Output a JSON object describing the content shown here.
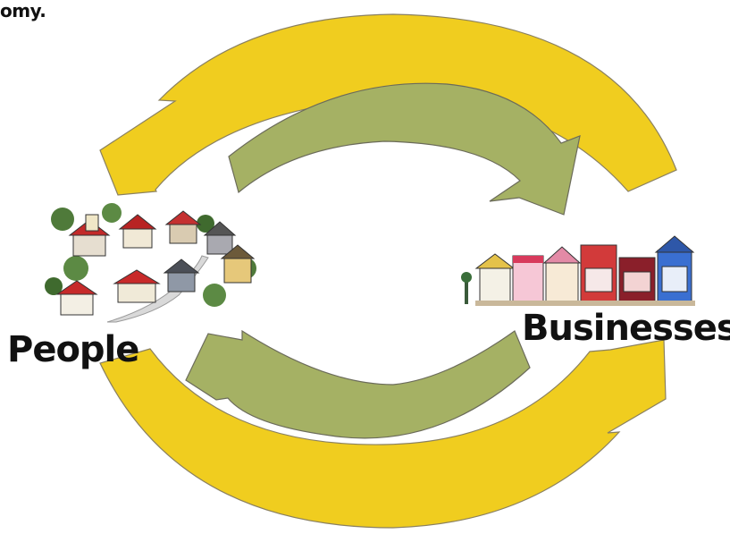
{
  "caption_fragment": "omy.",
  "nodes": {
    "people": {
      "label": "People",
      "icon": "neighborhood-houses-icon"
    },
    "businesses": {
      "label": "Businesses",
      "icon": "storefronts-icon"
    }
  },
  "arrows": {
    "outer_top": {
      "from": "businesses",
      "to": "people",
      "color": "#F0CD1F"
    },
    "inner_top": {
      "from": "people",
      "to": "businesses",
      "color": "#A5B164"
    },
    "inner_bottom": {
      "from": "businesses",
      "to": "people",
      "color": "#A5B164"
    },
    "outer_bottom": {
      "from": "people",
      "to": "businesses",
      "color": "#F0CD1F"
    }
  },
  "colors": {
    "yellow_arrow": "#F0CD1F",
    "green_arrow": "#A5B164",
    "outline": "#6b6b5a"
  }
}
